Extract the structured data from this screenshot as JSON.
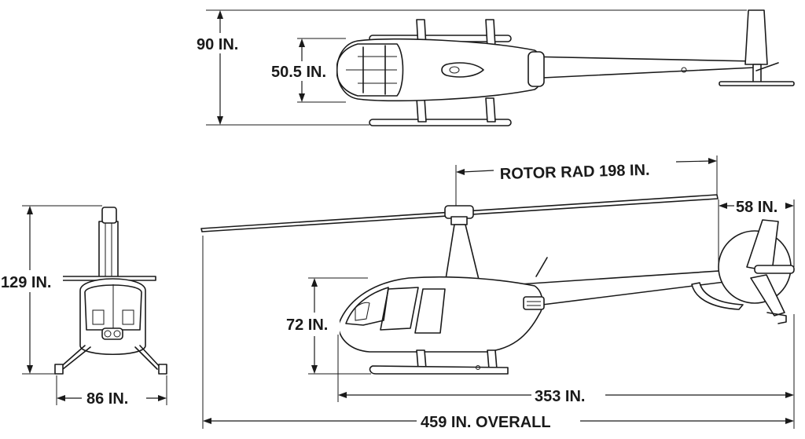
{
  "dimensions": {
    "top_width": "90 IN.",
    "cabin_width": "50.5 IN.",
    "rotor_radius": "ROTOR RAD 198 IN.",
    "tail_rotor": "58 IN.",
    "overall_height": "129 IN.",
    "skid_width": "86 IN.",
    "cabin_height": "72 IN.",
    "fuselage_length": "353 IN.",
    "overall_length": "459 IN. OVERALL"
  }
}
